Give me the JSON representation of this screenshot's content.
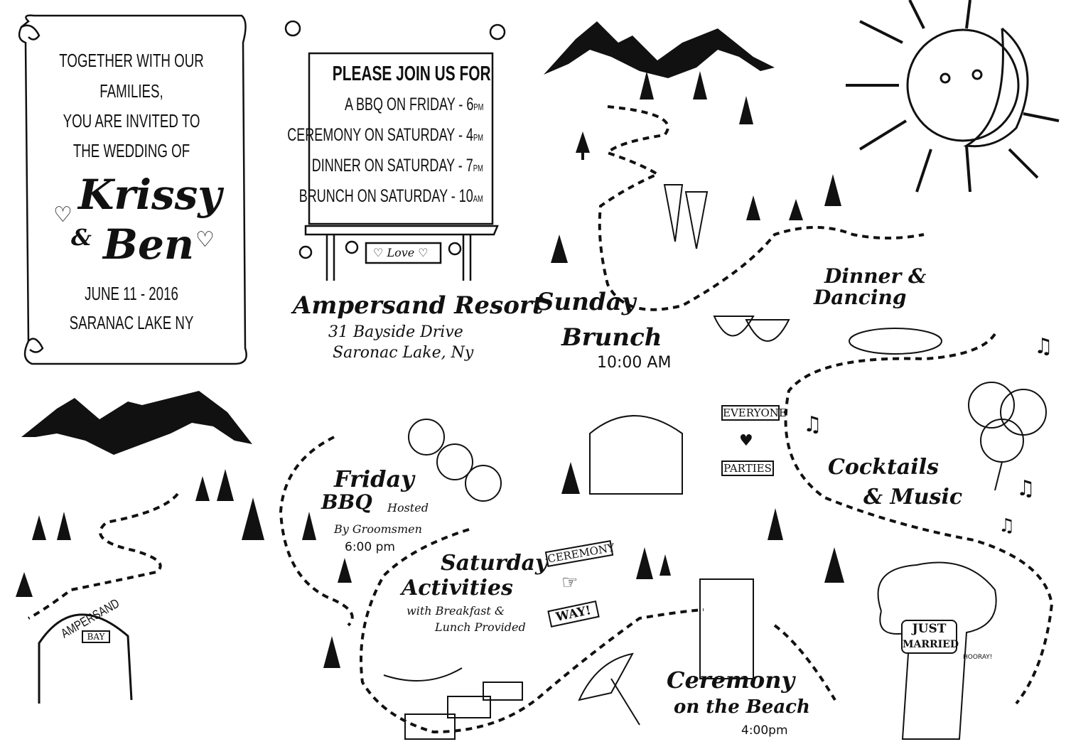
{
  "invitation": {
    "lines": [
      "TOGETHER WITH OUR",
      "FAMILIES,",
      "YOU ARE INVITED TO",
      "THE WEDDING OF"
    ],
    "bride": "Krissy",
    "ampersand": "&",
    "groom": "Ben",
    "date": "JUNE 11 - 2016",
    "location": "SARANAC LAKE NY"
  },
  "schedule_sign": {
    "heading": "PLEASE JOIN US FOR",
    "items": [
      {
        "text": "A BBQ ON FRIDAY - 6",
        "suffix": "PM"
      },
      {
        "text": "CEREMONY ON SATURDAY - 4",
        "suffix": "PM"
      },
      {
        "text": "DINNER ON SATURDAY - 7",
        "suffix": "PM"
      },
      {
        "text": "BRUNCH ON SATURDAY - 10",
        "suffix": "AM"
      }
    ],
    "love_plaque": "Love"
  },
  "venue": {
    "name": "Ampersand Resort",
    "address_line1": "31 Bayside Drive",
    "address_line2": "Saronac Lake, Ny"
  },
  "stops": {
    "sunday_brunch": {
      "line1": "Sunday",
      "line2": "Brunch",
      "time": "10:00 AM"
    },
    "dinner_dancing": {
      "line1": "Dinner &",
      "line2": "Dancing"
    },
    "everyone_parties": {
      "top": "EVERYONE",
      "bottom": "PARTIES"
    },
    "cocktails_music": {
      "line1": "Cocktails",
      "line2": "& Music"
    },
    "friday_bbq": {
      "line1": "Friday",
      "line2": "BBQ",
      "hosted": "Hosted",
      "by": "By Groomsmen",
      "time": "6:00 pm"
    },
    "ampersand_bay": {
      "arch": "AMPERSAND",
      "plaque": "BAY"
    },
    "saturday_activities": {
      "line1": "Saturday",
      "line2": "Activities",
      "line3": "with Breakfast &",
      "line4": "Lunch Provided"
    },
    "ceremony_way": {
      "top": "CEREMONY",
      "bottom": "WAY!"
    },
    "ceremony_beach": {
      "line1": "Ceremony",
      "line2": "on the Beach",
      "time": "4:00pm"
    },
    "just_married": {
      "line1": "JUST",
      "line2": "MARRIED",
      "hooray": "HOORAY!"
    }
  }
}
